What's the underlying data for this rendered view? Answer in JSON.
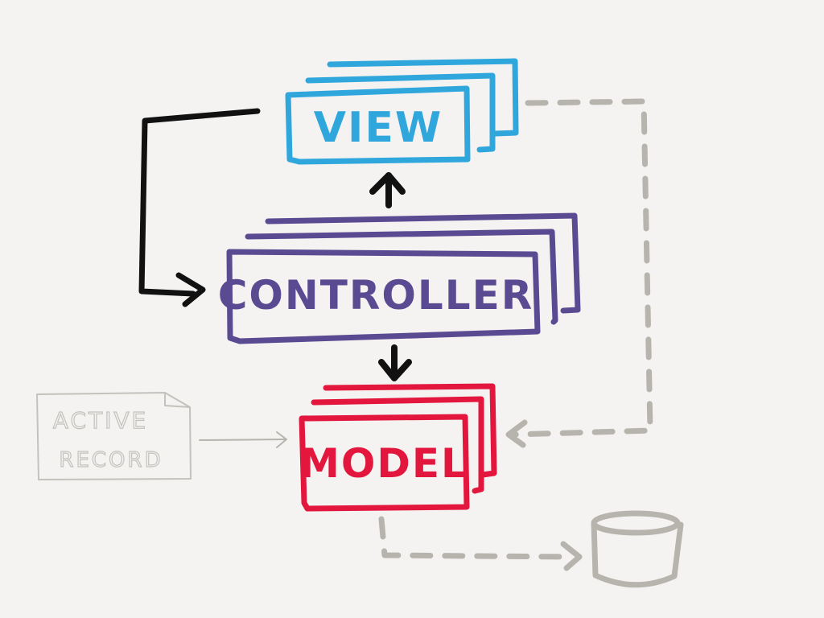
{
  "diagram": {
    "view": {
      "label": "VIEW",
      "color": "#2fa6dc"
    },
    "controller": {
      "label": "CONTROLLER",
      "color": "#5a4a91"
    },
    "model": {
      "label": "MODEL",
      "color": "#e3173e"
    },
    "active_record": {
      "line1": "ACTIVE",
      "line2": "RECORD",
      "color": "#c4c2bd"
    },
    "database": {
      "color": "#b7b4ae"
    },
    "arrow_color": "#111111",
    "dashed_color": "#b7b4ae",
    "background": "#f4f3f1"
  }
}
